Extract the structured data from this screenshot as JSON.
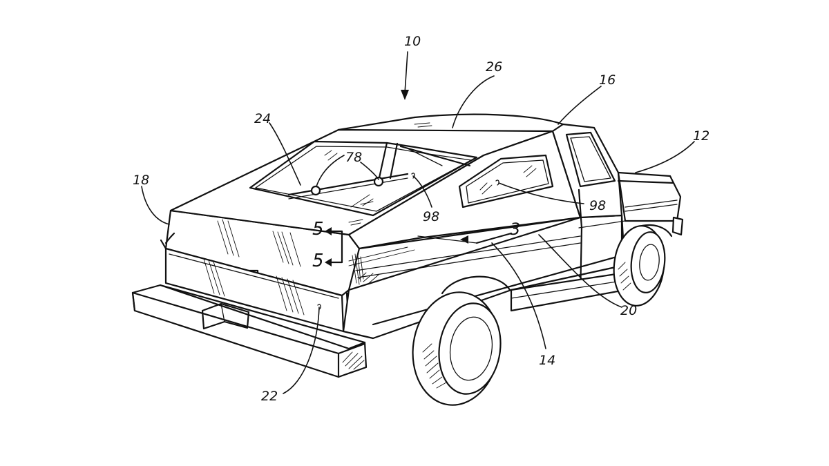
{
  "figure": {
    "reference_numerals": {
      "overall": "10",
      "front": "12",
      "bed": "14",
      "cab": "16",
      "rear_corner": "18",
      "side_panel": "20",
      "tailgate": "22",
      "rear_window": "24",
      "roof": "26",
      "hinge": "78",
      "window_a": "98",
      "window_b": "98",
      "section_3": "3",
      "section_5_top": "5",
      "section_5_bottom": "5"
    }
  }
}
